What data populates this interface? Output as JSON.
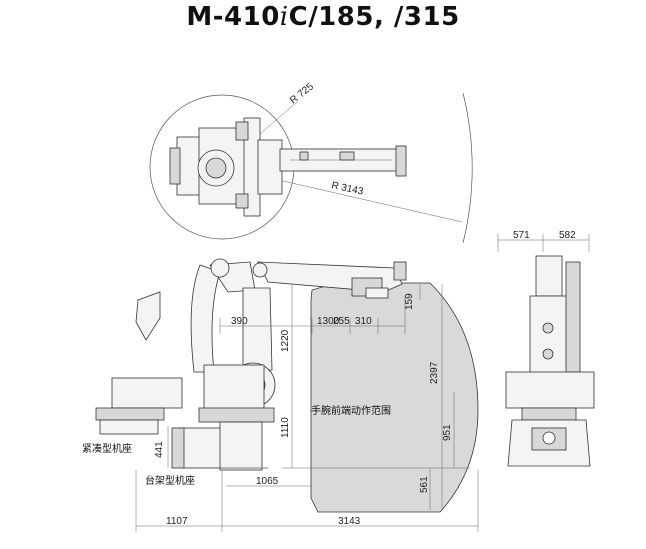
{
  "title": {
    "prefix": "M-410",
    "italic": "i",
    "suffix": "C/185, /315"
  },
  "top_view": {
    "r_inner": "R 725",
    "r_outer": "R 3143"
  },
  "side_view": {
    "dims": {
      "d390": "390",
      "d1300": "1300",
      "d255": "255",
      "d310": "310",
      "d159": "159",
      "d1220": "1220",
      "d1110": "1110",
      "d2397": "2397",
      "d951": "951",
      "d441": "441",
      "d561": "561",
      "d1065": "1065",
      "d1107": "1107",
      "d3143": "3143"
    },
    "workspace_label": "手腕前端动作范围",
    "compact_base_label": "紧凑型机座",
    "rack_base_label": "台架型机座"
  },
  "front_view": {
    "d571": "571",
    "d582": "582"
  }
}
